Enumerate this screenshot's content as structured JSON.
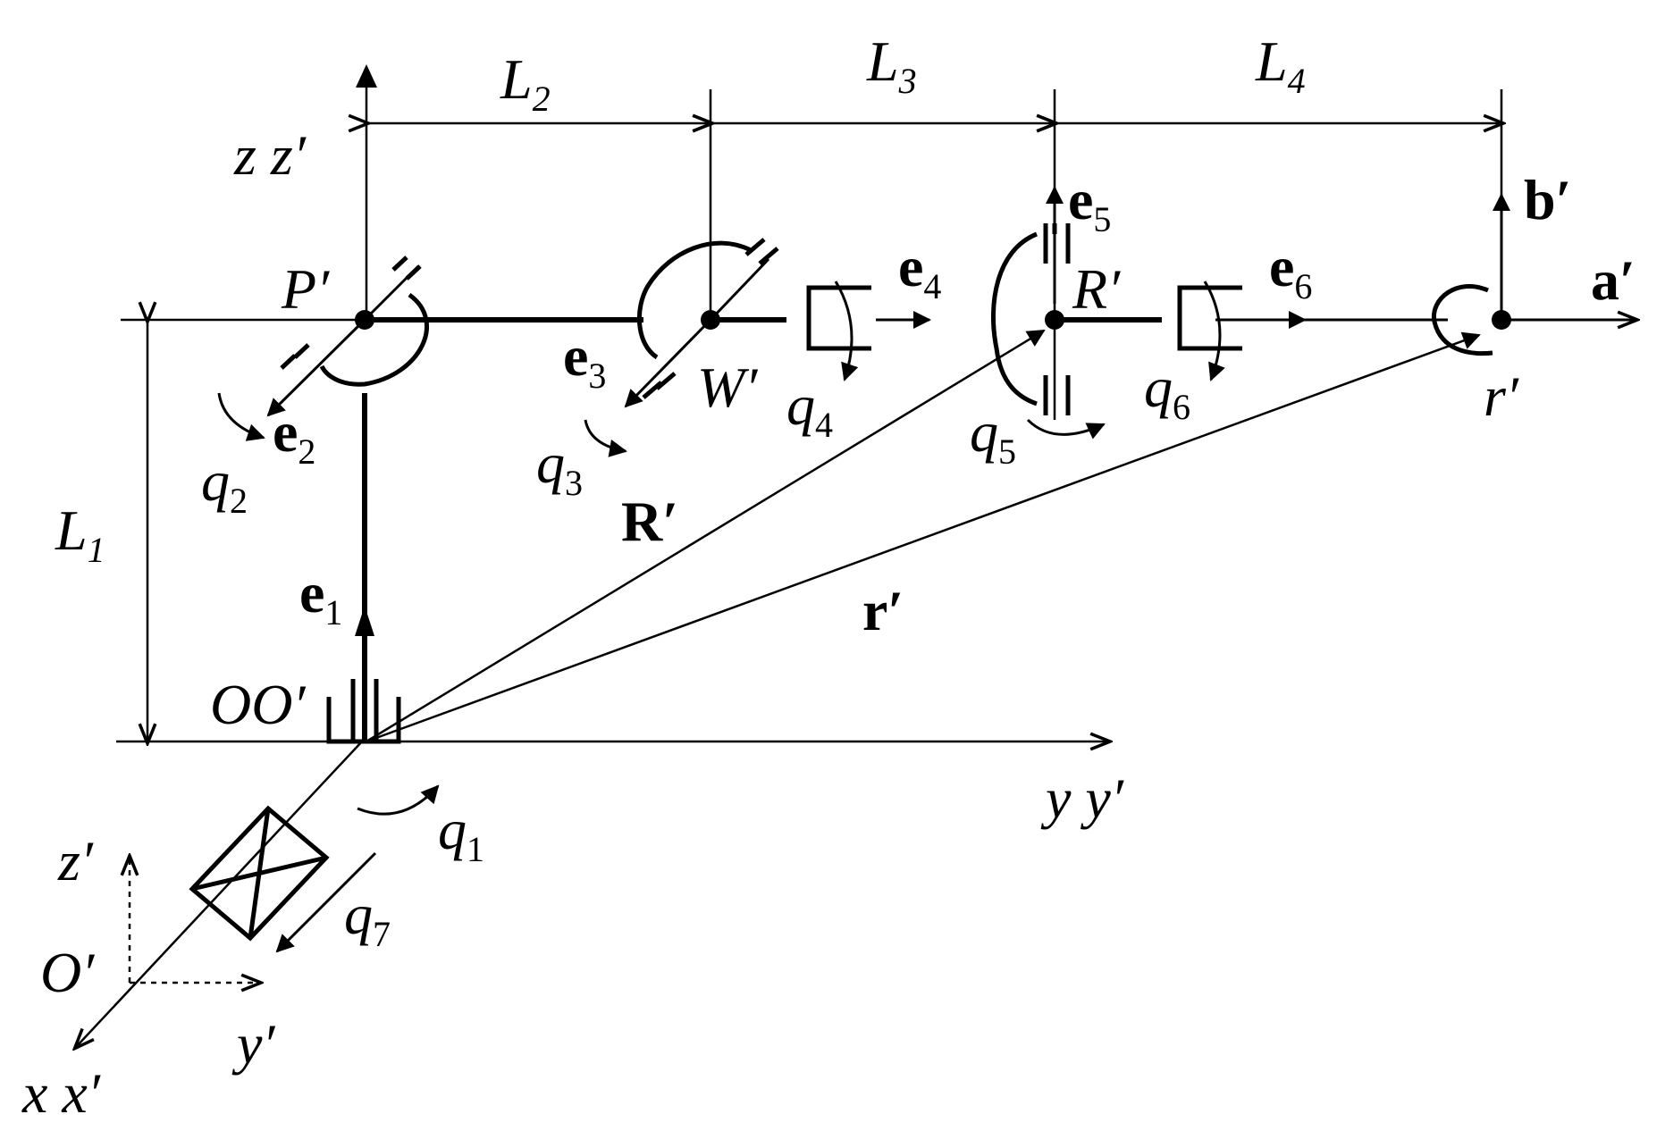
{
  "diagram": {
    "lengths": {
      "L1": {
        "main": "L",
        "sub": "1"
      },
      "L2": {
        "main": "L",
        "sub": "2"
      },
      "L3": {
        "main": "L",
        "sub": "3"
      },
      "L4": {
        "main": "L",
        "sub": "4"
      }
    },
    "axes": {
      "zz": "z z′",
      "yy": "y y′",
      "xx": "x x′",
      "oo": "OO′",
      "o_small": "O′",
      "z_small": "z′",
      "y_small": "y′"
    },
    "points": {
      "P": "P′",
      "W": "W′",
      "R": "R′",
      "r": "r′"
    },
    "vectors": {
      "e1": {
        "main": "e",
        "sub": "1"
      },
      "e2": {
        "main": "e",
        "sub": "2"
      },
      "e3": {
        "main": "e",
        "sub": "3"
      },
      "e4": {
        "main": "e",
        "sub": "4"
      },
      "e5": {
        "main": "e",
        "sub": "5"
      },
      "e6": {
        "main": "e",
        "sub": "6"
      },
      "a": "a′",
      "b": "b′",
      "R_vec": "R′",
      "r_vec": "r′"
    },
    "joints": {
      "q1": {
        "main": "q",
        "sub": "1"
      },
      "q2": {
        "main": "q",
        "sub": "2"
      },
      "q3": {
        "main": "q",
        "sub": "3"
      },
      "q4": {
        "main": "q",
        "sub": "4"
      },
      "q5": {
        "main": "q",
        "sub": "5"
      },
      "q6": {
        "main": "q",
        "sub": "6"
      },
      "q7": {
        "main": "q",
        "sub": "7"
      }
    }
  }
}
